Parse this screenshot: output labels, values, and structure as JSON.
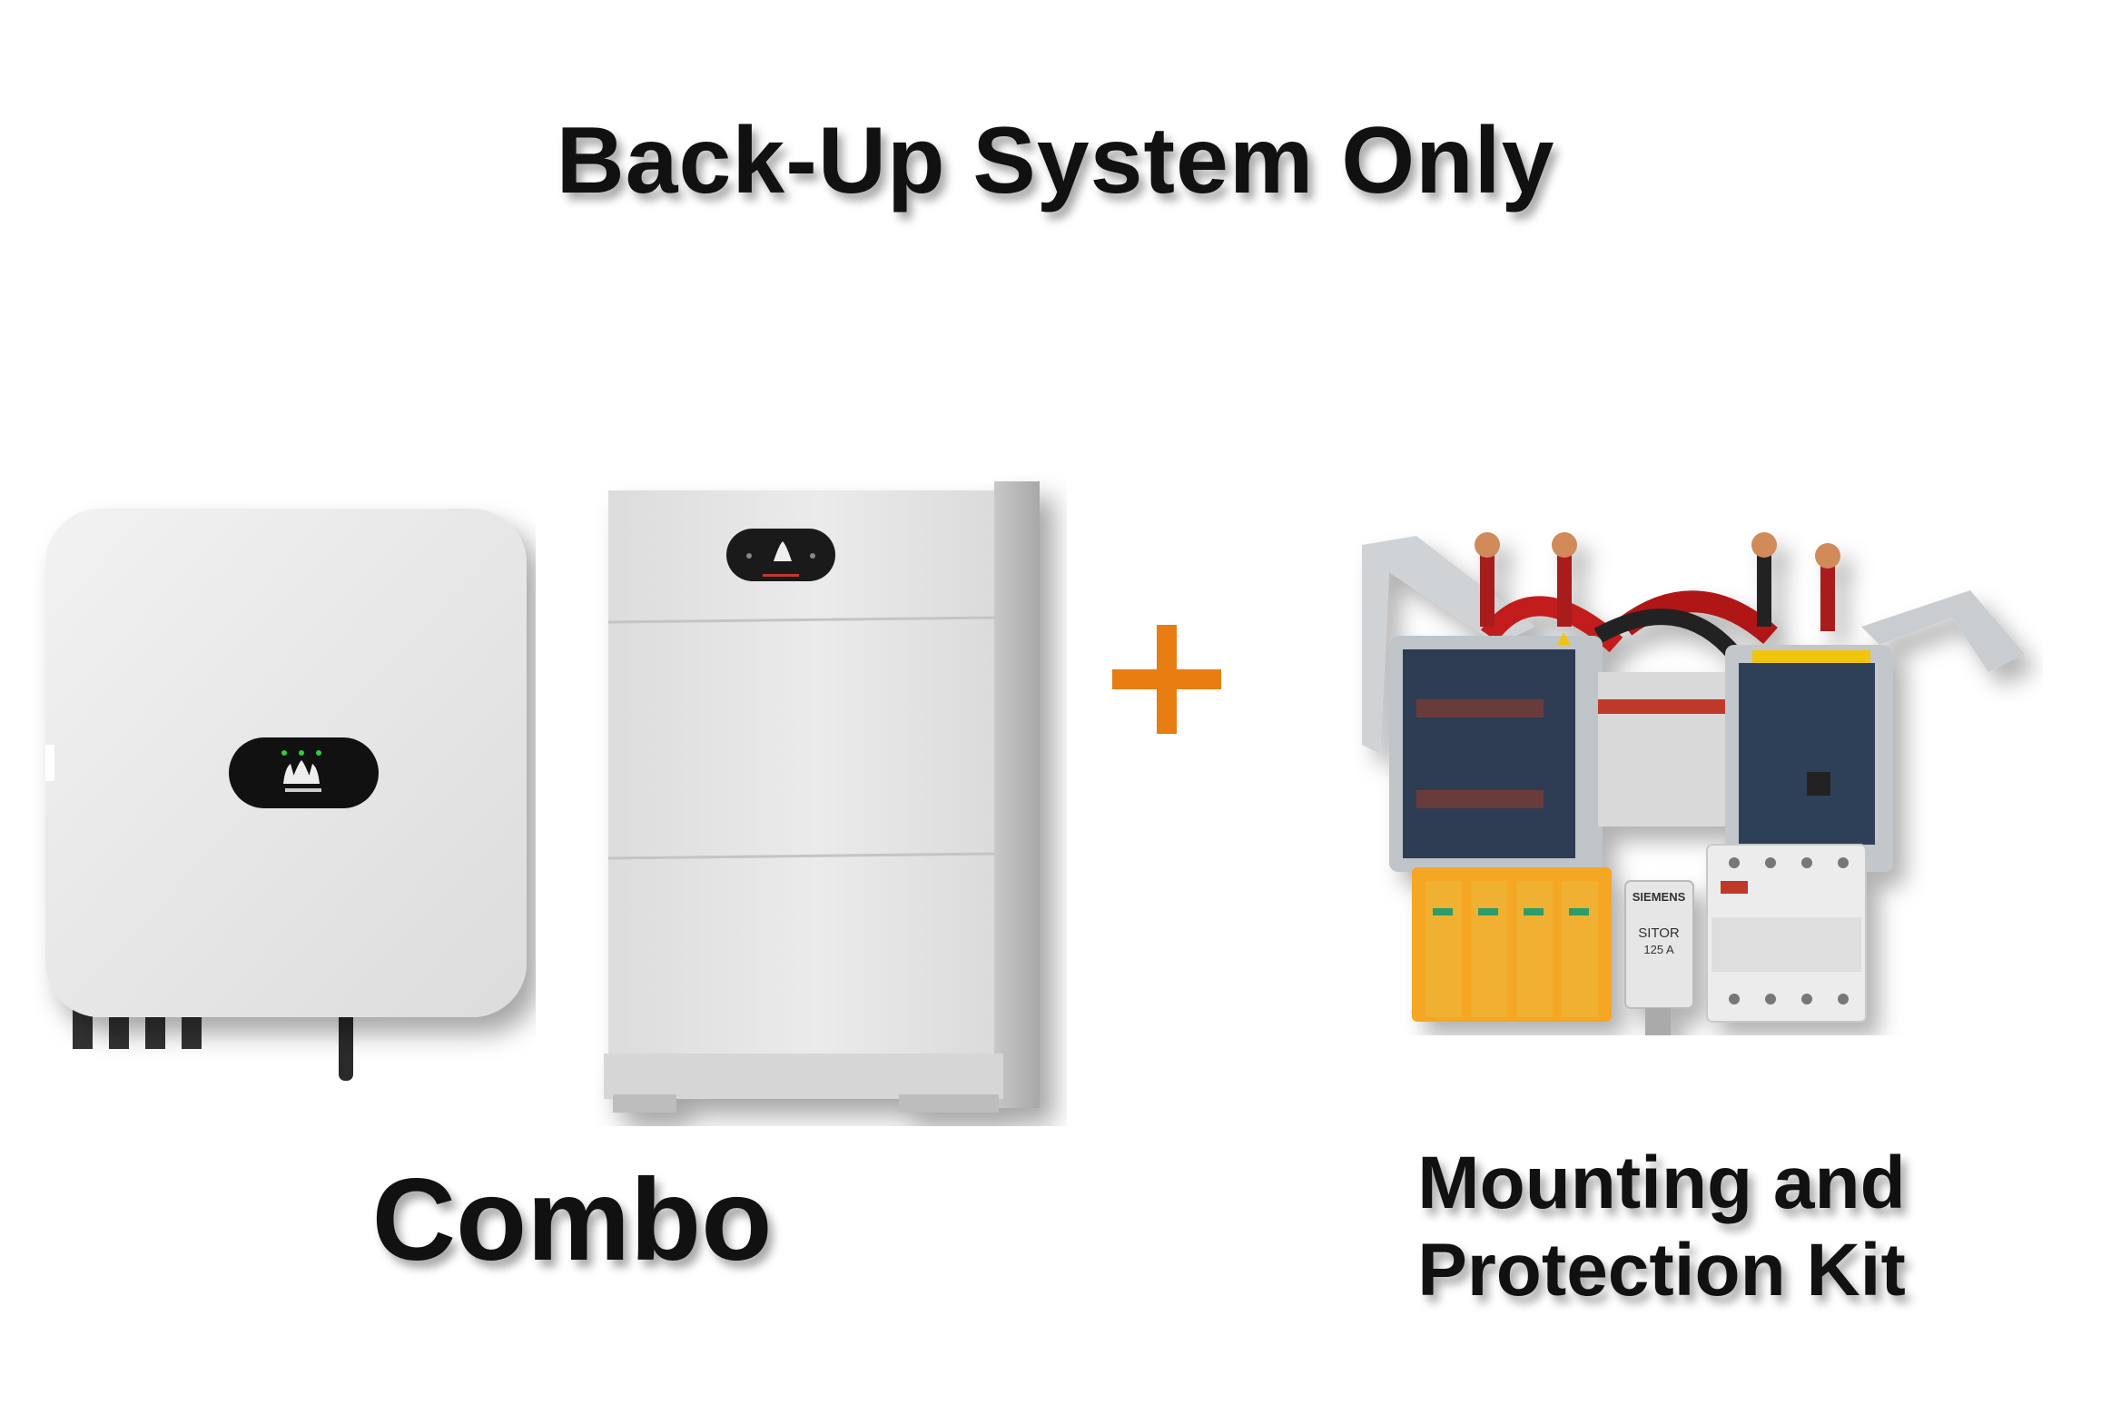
{
  "title": "Back-Up System Only",
  "labels": {
    "combo": "Combo",
    "kit_line1": "Mounting and",
    "kit_line2": "Protection Kit"
  },
  "product_images": {
    "inverter": "huawei-inverter-image",
    "battery": "huawei-battery-image",
    "kit": "mounting-protection-kit-image",
    "kit_fuse_text": [
      "SIEMENS",
      "SITOR",
      "125 A"
    ]
  },
  "colors": {
    "accent_plus": "#e87d12",
    "text": "#111111",
    "background": "#ffffff"
  }
}
